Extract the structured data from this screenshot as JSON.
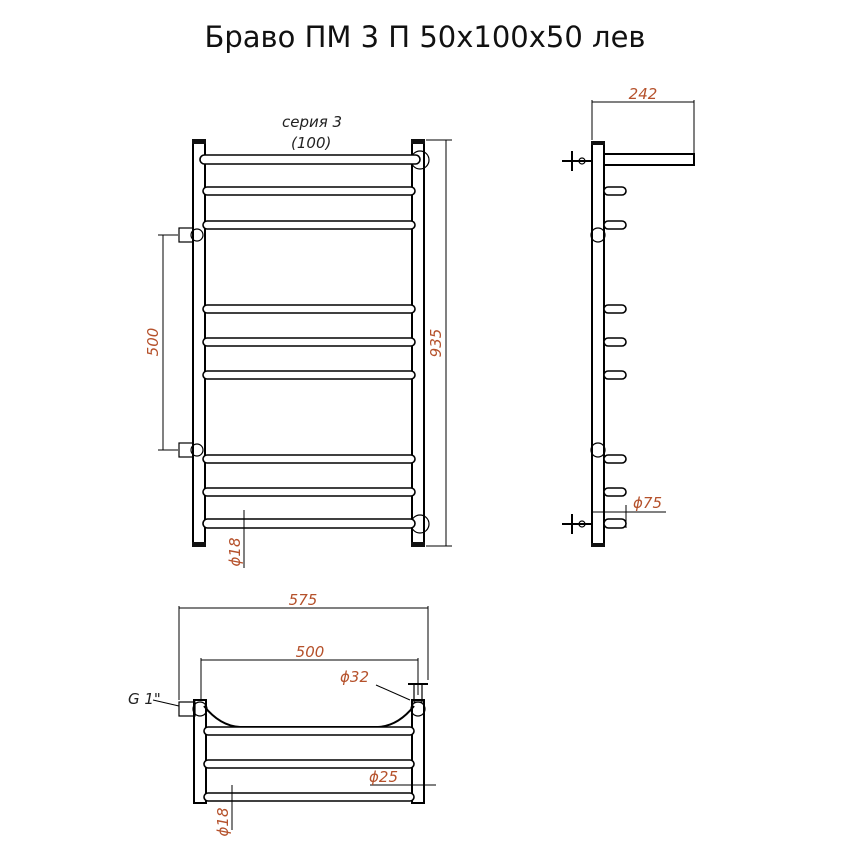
{
  "title": "Браво ПМ 3 П 50х100х50 лев",
  "front_view": {
    "series_label": "серия 3",
    "series_value": "(100)",
    "dim_connection_spacing": "500",
    "dim_height": "935",
    "dim_bar_diameter": "ϕ18"
  },
  "side_view": {
    "dim_depth": "242",
    "dim_outlet_diameter": "ϕ75"
  },
  "top_view": {
    "dim_overall_width": "575",
    "dim_connection_width": "500",
    "dim_post_diameter": "ϕ32",
    "thread_label": "G 1\"",
    "dim_pipe_diameter": "ϕ25",
    "dim_bar_diameter": "ϕ18"
  }
}
